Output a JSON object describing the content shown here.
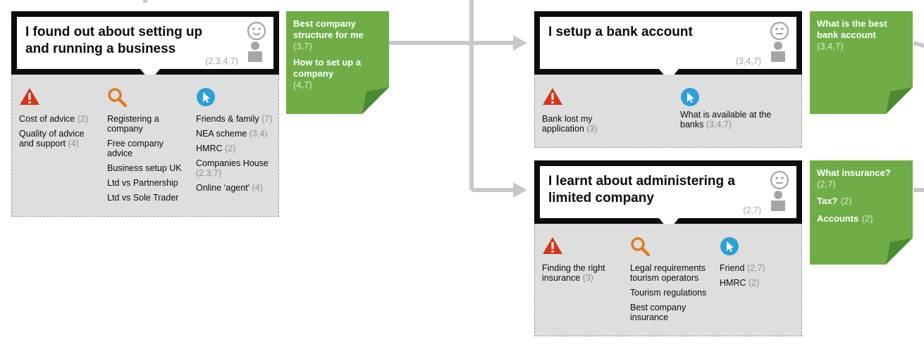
{
  "cards": [
    {
      "id": "setting-up",
      "title": "I found out about setting up and running a business",
      "ref": "(2,3,4,7)",
      "columns": [
        {
          "icon": "warning-icon",
          "items": [
            {
              "label": "Cost of advice",
              "count": "(2)"
            },
            {
              "label": "Quality of advice and support",
              "count": "(4)"
            }
          ]
        },
        {
          "icon": "search-icon",
          "items": [
            {
              "label": "Registering a company",
              "count": ""
            },
            {
              "label": "Free company advice",
              "count": ""
            },
            {
              "label": "Business setup UK",
              "count": ""
            },
            {
              "label": "Ltd vs Partnership",
              "count": ""
            },
            {
              "label": "Ltd vs Sole Trader",
              "count": ""
            }
          ]
        },
        {
          "icon": "cursor-icon",
          "items": [
            {
              "label": "Friends & family",
              "count": "(7)"
            },
            {
              "label": "NEA scheme",
              "count": "(3,4)"
            },
            {
              "label": "HMRC",
              "count": "(2)"
            },
            {
              "label": "Companies House",
              "count": "(2,3,7)"
            },
            {
              "label": "Online ‘agent’",
              "count": "(4)"
            }
          ]
        }
      ]
    },
    {
      "id": "bank-account",
      "title": "I setup a bank account",
      "ref": "(3,4,7)",
      "columns": [
        {
          "icon": "warning-icon",
          "items": [
            {
              "label": "Bank lost my application",
              "count": "(3)"
            }
          ]
        },
        {
          "icon": "cursor-icon",
          "items": [
            {
              "label": "What is available at the banks",
              "count": "(3,4,7)"
            }
          ]
        }
      ]
    },
    {
      "id": "administering",
      "title": "I learnt about administering a limited company",
      "ref": "(2,7)",
      "columns": [
        {
          "icon": "warning-icon",
          "items": [
            {
              "label": "Finding the right insurance",
              "count": "(3)"
            }
          ]
        },
        {
          "icon": "search-icon",
          "items": [
            {
              "label": "Legal requirements tourism operators",
              "count": ""
            },
            {
              "label": "Tourism regulations",
              "count": ""
            },
            {
              "label": "Best company insurance",
              "count": ""
            }
          ]
        },
        {
          "icon": "cursor-icon",
          "items": [
            {
              "label": "Friend",
              "count": "(2,7)"
            },
            {
              "label": "HMRC",
              "count": "(2)"
            }
          ]
        }
      ]
    }
  ],
  "notes": [
    {
      "id": "note-1",
      "items": [
        {
          "label": "Best company structure for me",
          "ref": "(3,7)"
        },
        {
          "label": "How to set up a company",
          "ref": "(4,7)"
        }
      ]
    },
    {
      "id": "note-2",
      "items": [
        {
          "label": "What is the best bank account",
          "ref": "(3,4,7)"
        }
      ]
    },
    {
      "id": "note-3",
      "items": [
        {
          "label": "What insurance?",
          "ref": "(2,7)"
        },
        {
          "label": "Tax?",
          "ref": "(2)"
        },
        {
          "label": "Accounts",
          "ref": "(2)"
        }
      ]
    }
  ],
  "colors": {
    "bubble_border": "#0b0c0c",
    "panel_bg": "#dedede",
    "note_green": "#70ad47",
    "note_fold": "#4a8a32",
    "warning_red": "#d4351c",
    "search_orange": "#e07a1f",
    "cursor_blue": "#2b9fd9",
    "connector_grey": "#c8c8c8",
    "muted_text": "#8f8f8f"
  }
}
